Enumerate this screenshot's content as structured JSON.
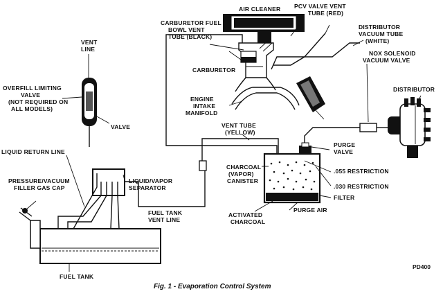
{
  "labels": {
    "air_cleaner": "AIR CLEANER",
    "carb_vent_1": "CARBURETOR FUEL",
    "carb_vent_2": "BOWL VENT",
    "carb_vent_3": "TUBE (BLACK)",
    "pcv_1": "PCV VALVE VENT",
    "pcv_2": "TUBE (RED)",
    "dist_tube_1": "DISTRIBUTOR",
    "dist_tube_2": "VACUUM TUBE",
    "dist_tube_3": "(WHITE)",
    "vent_line_1": "VENT",
    "vent_line_2": "LINE",
    "carburetor": "CARBURETOR",
    "nox_1": "NOX SOLENOID",
    "nox_2": "VACUUM VALVE",
    "overfill_1": "OVERFILL LIMITING",
    "overfill_2": "VALVE",
    "overfill_3": "(NOT REQUIRED ON",
    "overfill_4": "ALL MODELS)",
    "distributor": "DISTRIBUTOR",
    "engine_1": "ENGINE",
    "engine_2": "INTAKE",
    "engine_3": "MANIFOLD",
    "valve": "VALVE",
    "vent_tube_1": "VENT TUBE",
    "vent_tube_2": "(YELLOW)",
    "purge_valve_1": "PURGE",
    "purge_valve_2": "VALVE",
    "liquid_return": "LIQUID RETURN LINE",
    "canister_1": "CHARCOAL",
    "canister_2": "(VAPOR)",
    "canister_3": "CANISTER",
    "restriction_055": ".055 RESTRICTION",
    "restriction_030": ".030 RESTRICTION",
    "pressure_cap_1": "PRESSURE/VACUUM",
    "pressure_cap_2": "FILLER GAS CAP",
    "separator_1": "LIQUID/VAPOR",
    "separator_2": "SEPARATOR",
    "filter": "FILTER",
    "purge_air": "PURGE AIR",
    "fuel_tank_vent_1": "FUEL TANK",
    "fuel_tank_vent_2": "VENT LINE",
    "activated_1": "ACTIVATED",
    "activated_2": "CHARCOAL",
    "fuel_tank": "FUEL TANK",
    "figure_code": "PD400"
  },
  "caption": "Fig. 1 - Evaporation Control System"
}
